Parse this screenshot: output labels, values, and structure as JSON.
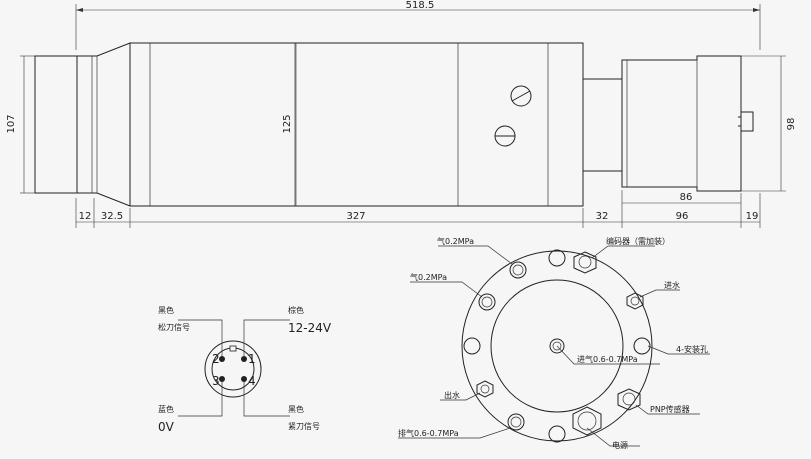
{
  "side_view": {
    "dims": {
      "overall_length": "518.5",
      "left_height": "107",
      "body_height": "125",
      "right_height": "98",
      "seg_12": "12",
      "seg_32_5": "32.5",
      "seg_327": "327",
      "seg_32": "32",
      "seg_96": "96",
      "seg_19": "19",
      "seg_86": "86"
    }
  },
  "connector": {
    "pin_1": "1",
    "pin_2": "2",
    "pin_3": "3",
    "pin_4": "4",
    "tl_line1": "黑色",
    "tl_line2": "松刀信号",
    "tr_line1": "棕色",
    "tr_line2": "12-24V",
    "bl_line1": "蓝色",
    "bl_line2": "0V",
    "br_line1": "黑色",
    "br_line2": "紧刀信号"
  },
  "end_view": {
    "labels": {
      "air_02_a": "气0.2MPa",
      "air_02_b": "气0.2MPa",
      "encoder": "编码器（需加装）",
      "water_in": "进水",
      "mount_holes": "4-安装孔",
      "air_in": "进气0.6-0.7MPa",
      "water_out": "出水",
      "pnp_sensor": "PNP传感器",
      "power": "电源",
      "air_out": "排气0.6-0.7MPa"
    }
  }
}
